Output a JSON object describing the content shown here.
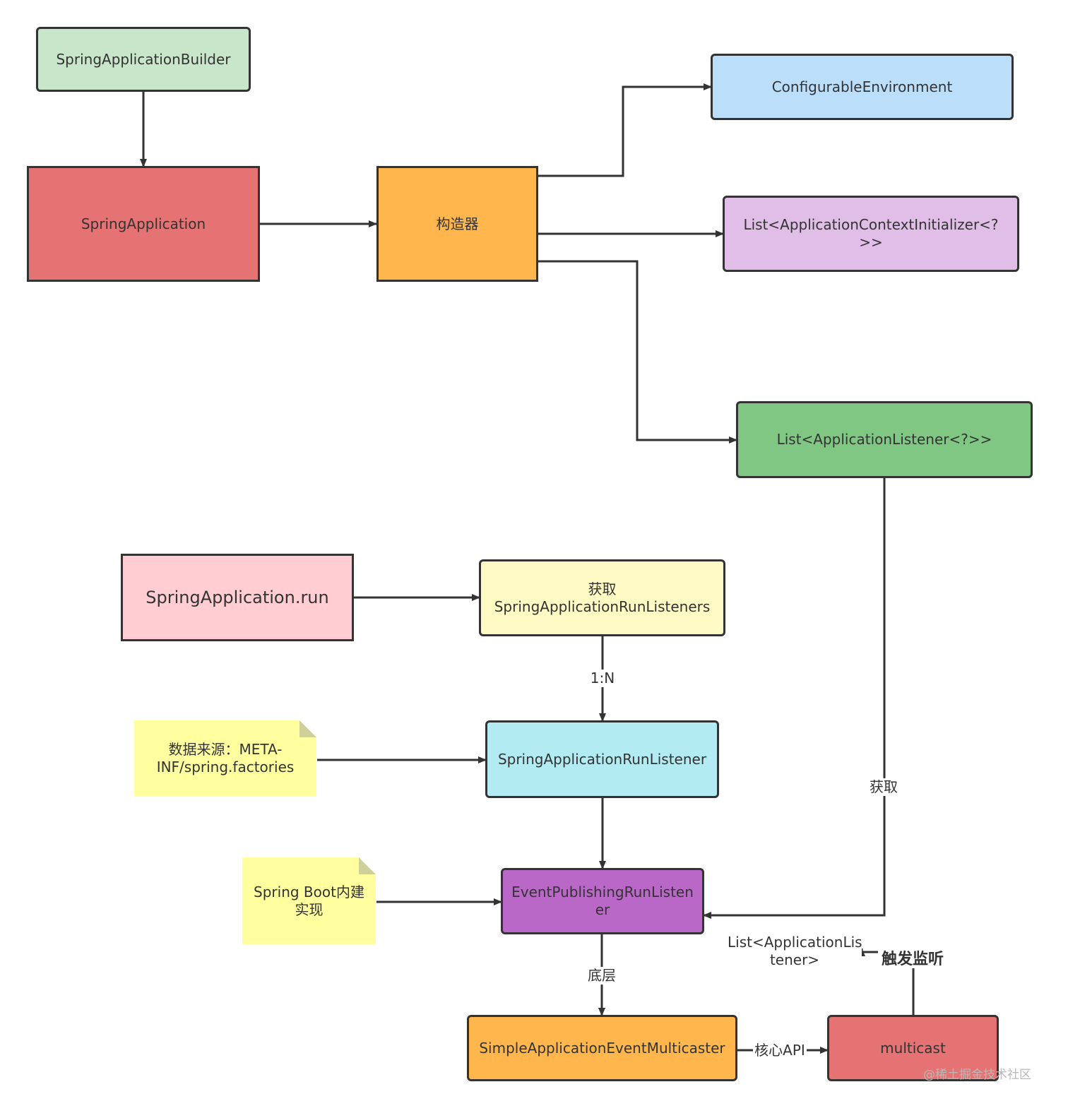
{
  "colors": {
    "builder": "#c8e6c9",
    "springApplication": "#e57373",
    "constructor": "#ffb74d",
    "environment": "#bbdefb",
    "initializer": "#e1bee7",
    "listenerList": "#81c784",
    "run": "#ffcdd2",
    "runListeners": "#fff9c4",
    "runListener": "#b2ebf2",
    "eventPublishing": "#ba68c8",
    "multicaster": "#ffb74d",
    "multicast": "#e57373",
    "note": "#ffffa0",
    "stroke": "#333333"
  },
  "nodes": {
    "builder": "SpringApplicationBuilder",
    "springApplication": "SpringApplication",
    "constructor": "构造器",
    "environment": "ConfigurableEnvironment",
    "initializer": "List<ApplicationContextInitializer<?>>",
    "listenerList": "List<ApplicationListener<?>>",
    "run": "SpringApplication.run",
    "runListeners": "获取\nSpringApplicationRunListeners",
    "runListener": "SpringApplicationRunListener",
    "eventPublishing": "EventPublishingRunListen\ner",
    "multicaster": "SimpleApplicationEventMulticaster",
    "multicast": "multicast"
  },
  "notes": {
    "dataSource": "数据来源：META-\nINF/spring.factories",
    "builtIn": "Spring Boot内建\n实现"
  },
  "edge_labels": {
    "oneToN": "1:N",
    "fetch": "获取",
    "underlying": "底层",
    "coreApi": "核心API",
    "listenerType": "List<ApplicationLis\ntener>",
    "trigger": "触发监听"
  },
  "watermark": "@稀土掘金技术社区"
}
